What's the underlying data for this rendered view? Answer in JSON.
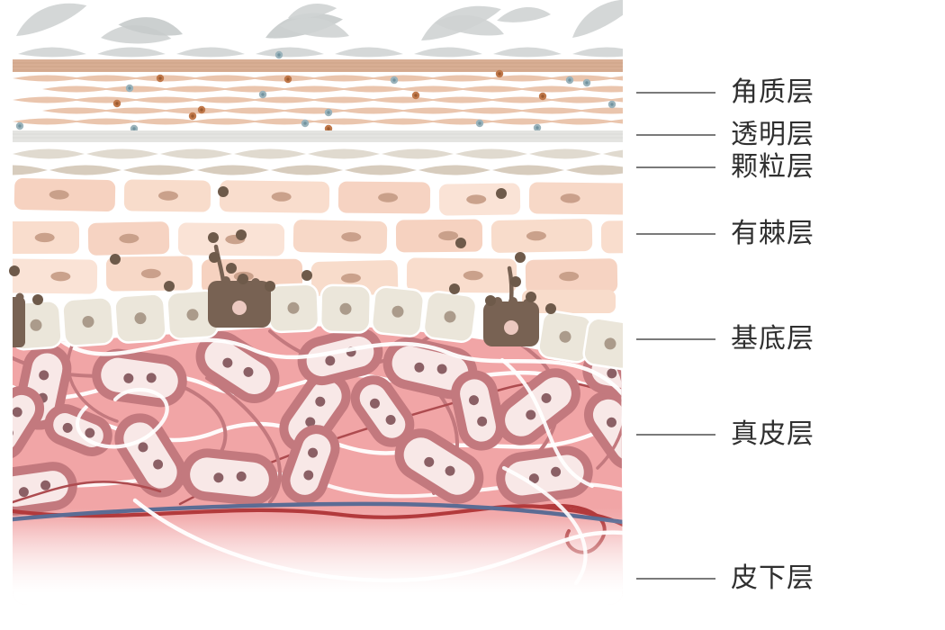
{
  "labels": [
    {
      "id": "stratum-corneum",
      "text": "角质层"
    },
    {
      "id": "stratum-lucidum",
      "text": "透明层"
    },
    {
      "id": "stratum-granulosum",
      "text": "颗粒层"
    },
    {
      "id": "stratum-spinosum",
      "text": "有棘层"
    },
    {
      "id": "stratum-basale",
      "text": "基底层"
    },
    {
      "id": "dermis",
      "text": "真皮层"
    },
    {
      "id": "subcutis",
      "text": "皮下层"
    }
  ],
  "palette": {
    "background": "#ffffff",
    "flake_gray": "#c7cbcb",
    "flake_gray_light": "#cfd3d3",
    "corneum_band": "#d8ae94",
    "corneum_band_stripe": "#cba184",
    "corneum_cell": "#e9c2a9",
    "dot_orange": "#c0784a",
    "dot_orange_core": "#9a5a30",
    "dot_blue": "#9bb3bb",
    "dot_blue_core": "#71929e",
    "lucidum": "#e4e4e1",
    "lucidum_stripe": "#d4d4d0",
    "granulosum_row1": "#ded8cc",
    "granulosum_row2": "#d5c9b9",
    "spinosum_cells": [
      "#f6d2c0",
      "#f8dccb",
      "#f9ddcd",
      "#f6d3c2",
      "#fae3d6",
      "#f7d8c7"
    ],
    "spinosum_nucleus": "#c49a84",
    "basal_cell": "#ebe6da",
    "basal_nucleus": "#a59584",
    "melanocyte": "#786253",
    "melanin": "#6e5a4a",
    "melanocyte_nucleus": "#ecc9c0",
    "dermis_pink": "#f1a5a6",
    "fibro_outline": "#c3797e",
    "fibro_fill": "#f8e8e7",
    "fibro_dot": "#8b6065",
    "fiber_white": "#ffffff",
    "fiber_rose": "#c3797e",
    "fiber_dark_red": "#ad4b4f",
    "vessel_red": "#b23a3c",
    "vessel_blue": "#5b6c94",
    "label_line": "#7a7a7a",
    "label_text": "#2f2f2f"
  }
}
